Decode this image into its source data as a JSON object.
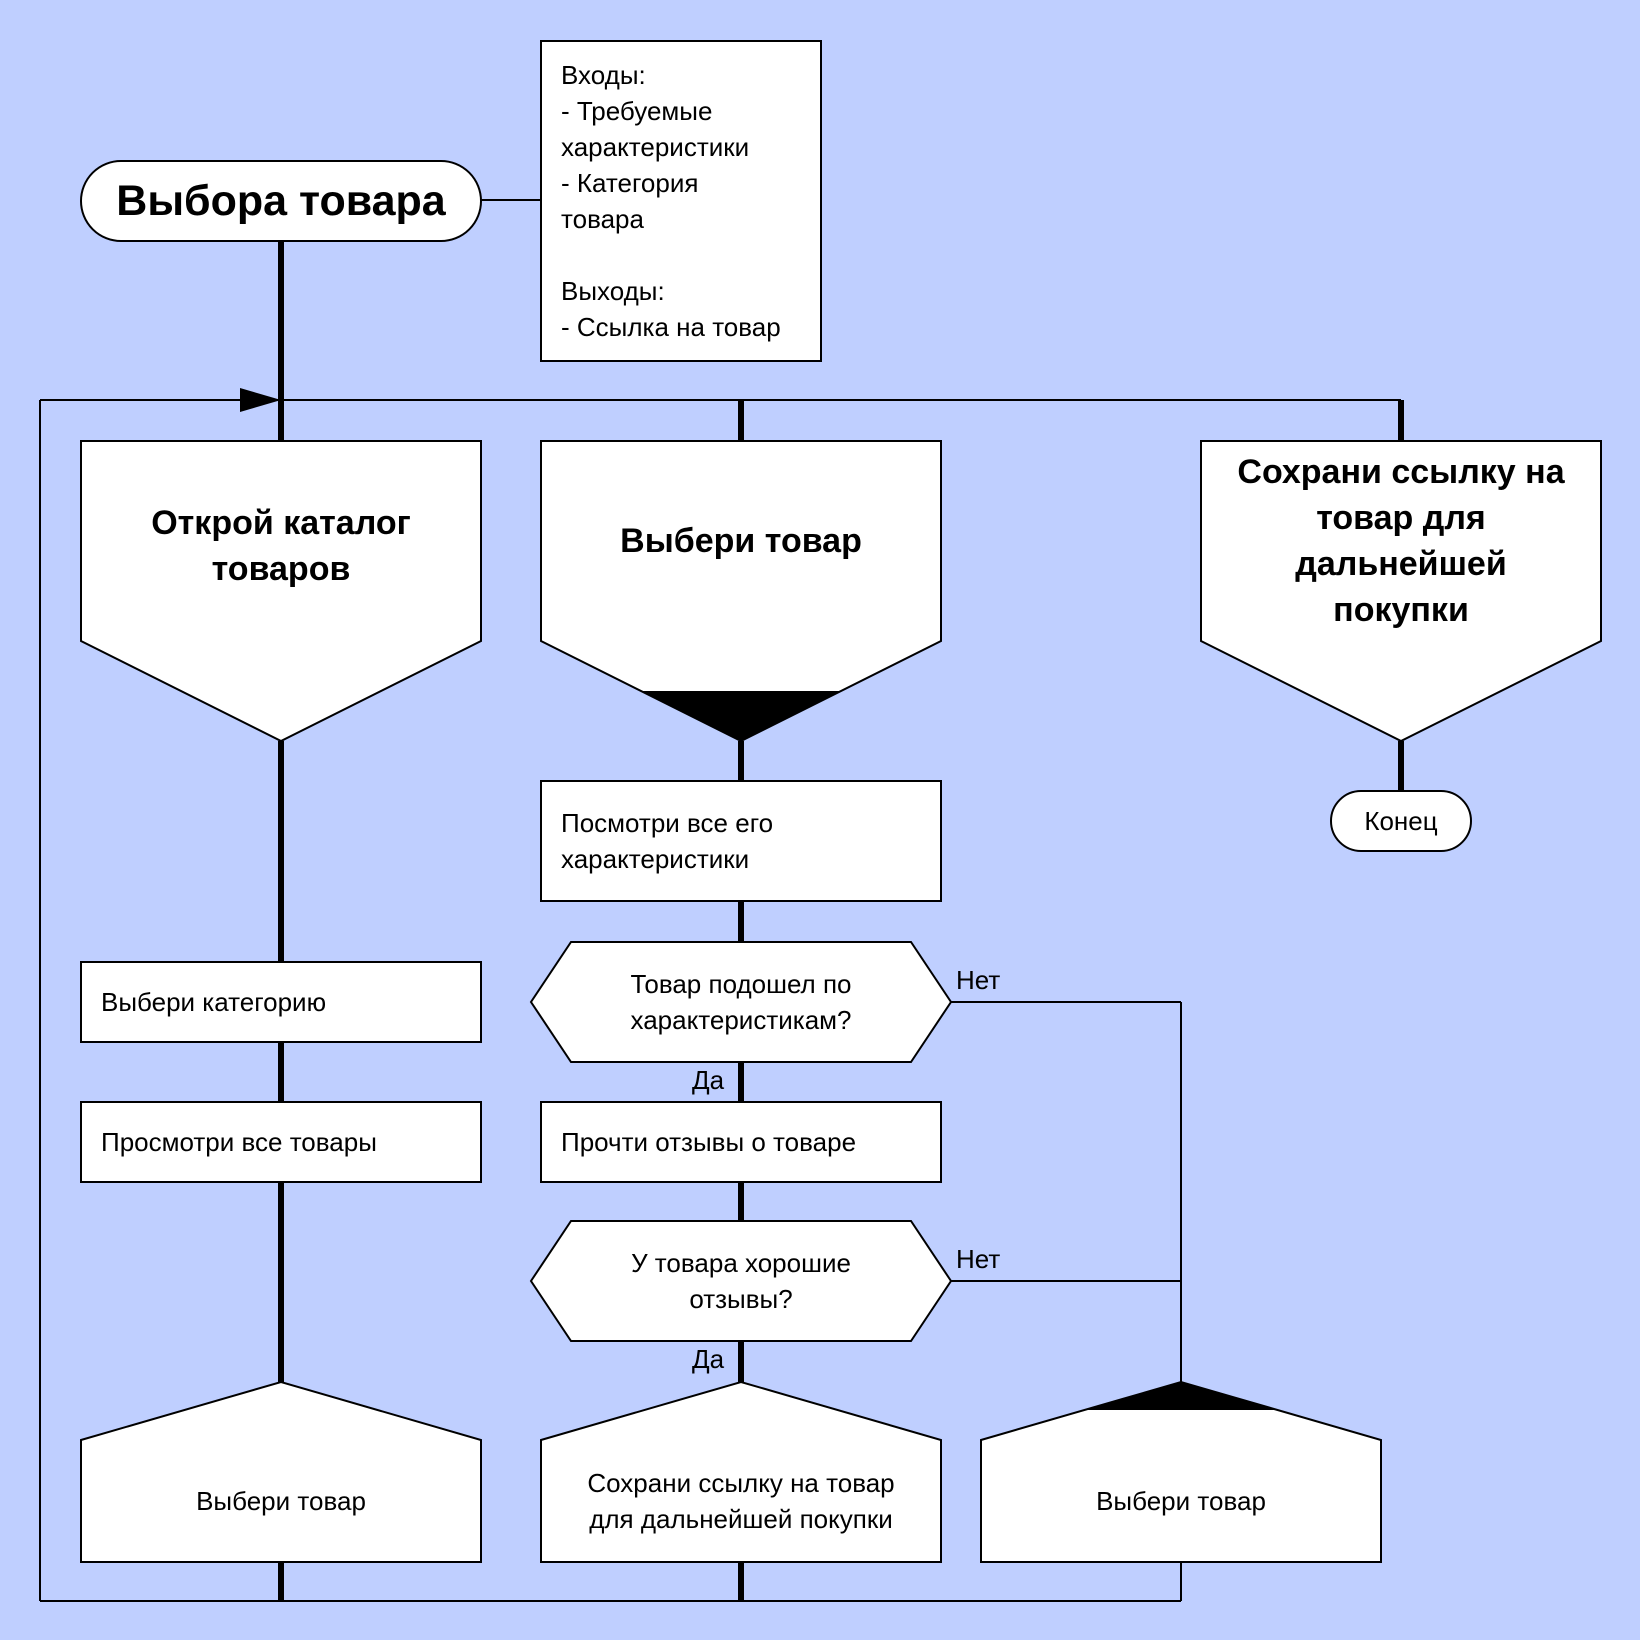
{
  "title": "Выбора товара",
  "io_note": "Входы:\n- Требуемые\nхарактеристики\n- Категория\nтовара\n\nВыходы:\n- Ссылка на товар",
  "columns": {
    "left_header": "Открой каталог\nтоваров",
    "middle_header": "Выбери товар",
    "right_header": "Сохрани ссылку на\nтовар для\nдальнейшей\nпокупки"
  },
  "end_label": "Конец",
  "steps": {
    "view_characteristics": "Посмотри все его\nхарактеристики",
    "decision_characteristics": "Товар подошел по\nхарактеристикам?",
    "read_reviews": "Прочти отзывы о товаре",
    "decision_reviews": "У товара хорошие\nотзывы?",
    "choose_category": "Выбери категорию",
    "view_all_products": "Просмотри все товары",
    "choose_product_left": "Выбери товар",
    "save_link": "Сохрани ссылку на товар\nдля дальнейшей покупки",
    "choose_product_right": "Выбери товар"
  },
  "labels": {
    "no_1": "Нет",
    "yes_1": "Да",
    "no_2": "Нет",
    "yes_2": "Да"
  },
  "colors": {
    "background": "#bfcfff",
    "shape_fill": "#ffffff",
    "stroke": "#000000"
  }
}
